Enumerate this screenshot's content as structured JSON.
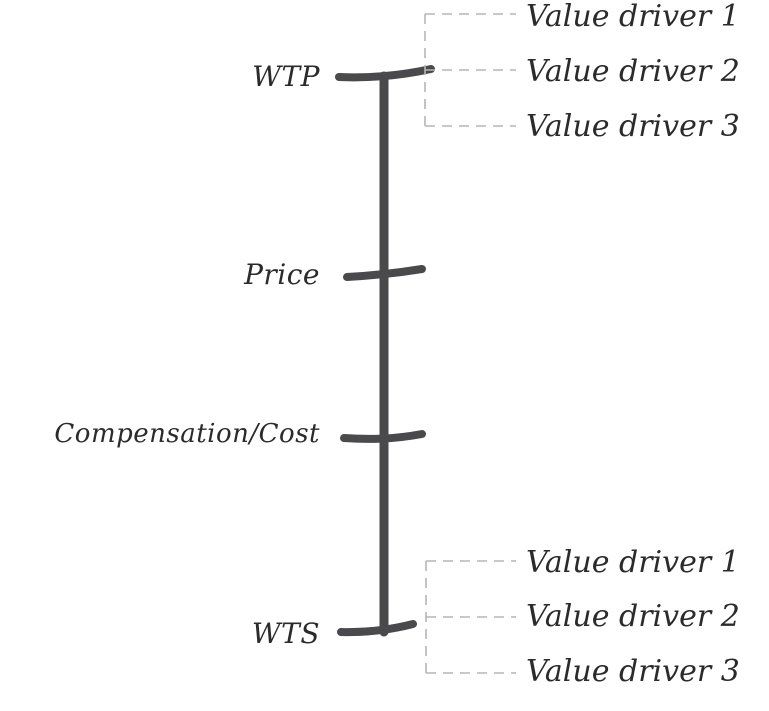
{
  "upper": {
    "label": "WTP",
    "drivers": [
      "Value driver 1",
      "Value driver 2",
      "Value driver 3"
    ]
  },
  "middle": {
    "price_label": "Price",
    "cost_label": "Compensation/Cost"
  },
  "lower": {
    "label": "WTS",
    "drivers": [
      "Value driver 1",
      "Value driver 2",
      "Value driver 3"
    ]
  },
  "colors": {
    "bar": "#4a4a4c",
    "dash": "#b5b5b5",
    "text": "#2b2b2b"
  }
}
